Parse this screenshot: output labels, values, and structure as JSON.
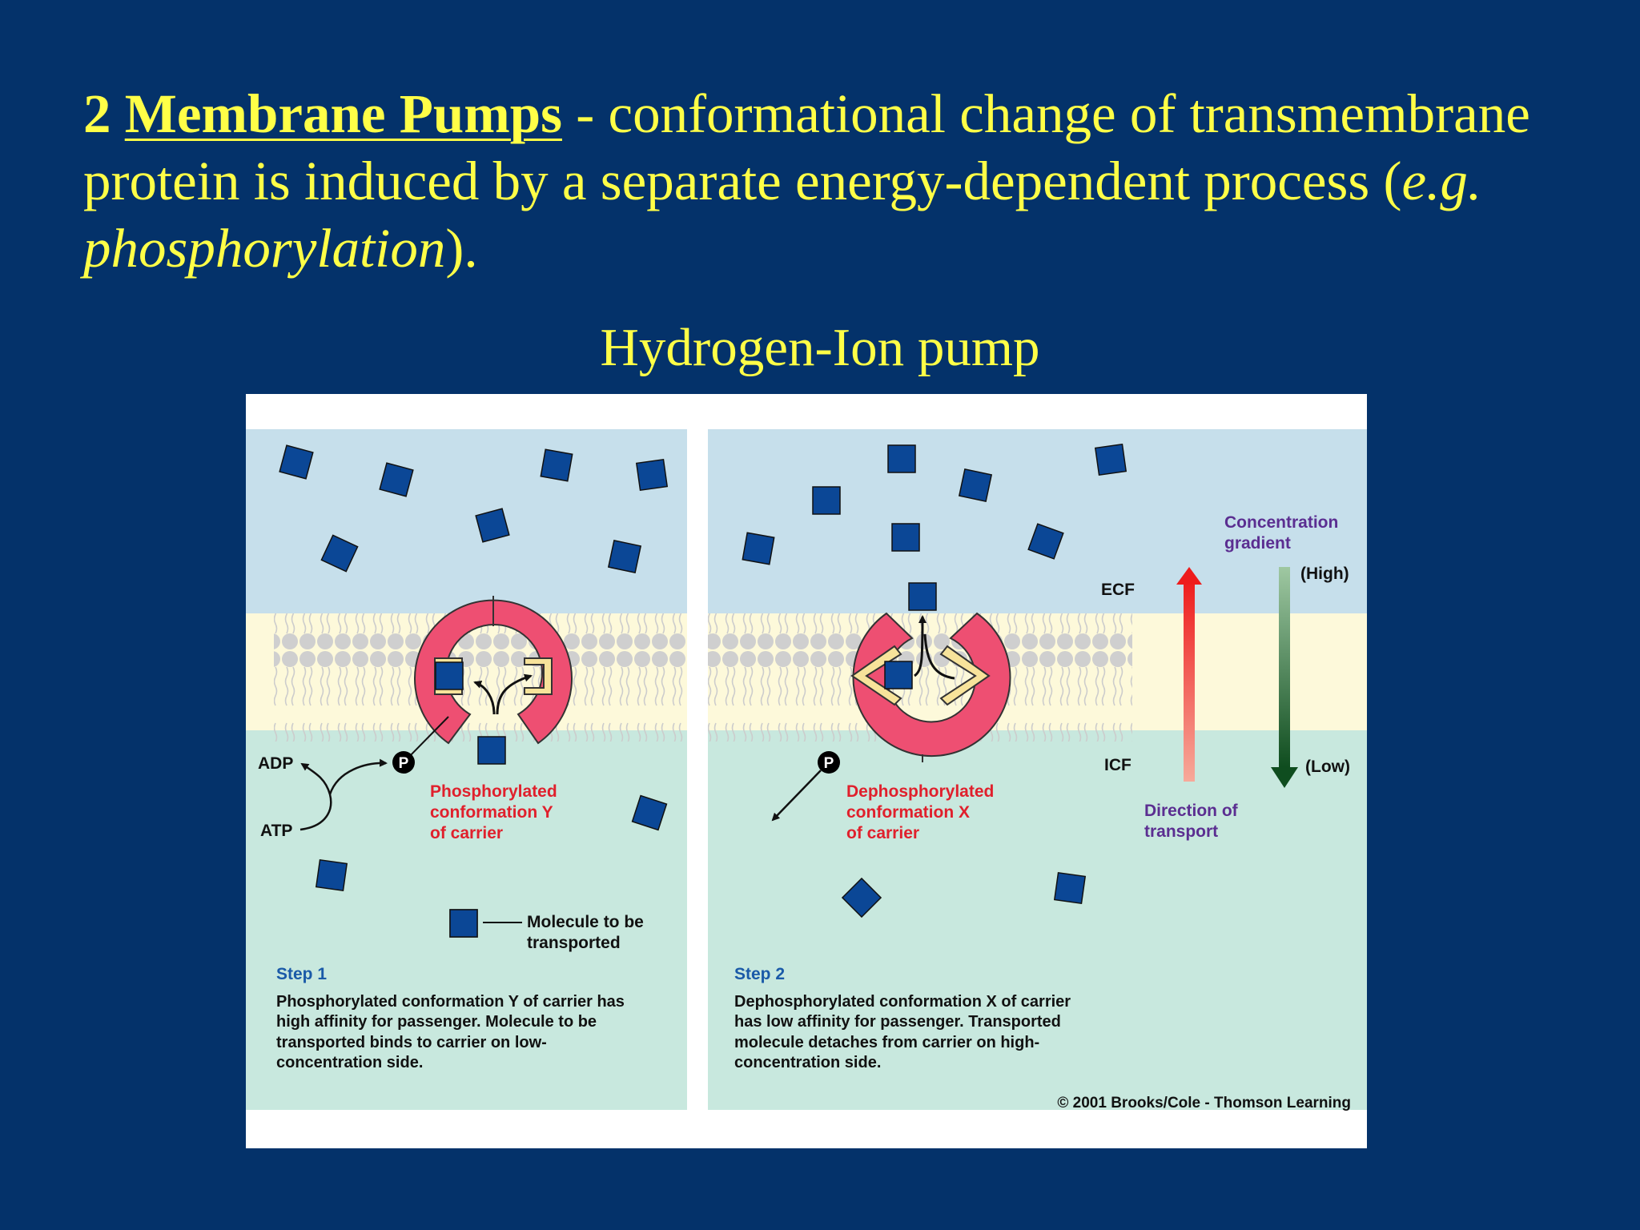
{
  "heading": {
    "number": "2",
    "term": "Membrane Pumps",
    "text_1": " - conformational change of transmembrane protein is induced by a separate energy-dependent process (",
    "eg": "e.g.",
    "space": " ",
    "italic": "phosphorylation",
    "text_2": ")."
  },
  "subtitle": "Hydrogen-Ion pump",
  "diagram": {
    "labels": {
      "ecf": "ECF",
      "icf": "ICF",
      "adp": "ADP",
      "atp": "ATP",
      "p": "P",
      "legend_molecule": [
        "Molecule to be",
        "transported"
      ],
      "phosphorylated": [
        "Phosphorylated",
        "conformation Y",
        "of carrier"
      ],
      "dephosphorylated": [
        "Dephosphorylated",
        "conformation X",
        "of carrier"
      ],
      "gradient": [
        "Concentration",
        "gradient"
      ],
      "high": "(High)",
      "low": "(Low)",
      "direction": [
        "Direction of",
        "transport"
      ],
      "copyright": "© 2001 Brooks/Cole - Thomson Learning"
    },
    "step1": {
      "title": "Step 1",
      "lines": [
        "Phosphorylated conformation Y of carrier has",
        "high affinity for passenger. Molecule to be",
        "transported binds to carrier on low-",
        "concentration side."
      ]
    },
    "step2": {
      "title": "Step 2",
      "lines": [
        "Dephosphorylated conformation X of carrier",
        "has low affinity for passenger. Transported",
        "molecule detaches from carrier on high-",
        "concentration side."
      ]
    },
    "colors": {
      "ecf": "#c6dfeb",
      "membrane": "#fdf9da",
      "icf": "#c8e8de",
      "carrier": "#ee4f72",
      "molecule": "#0b4796",
      "label_red": "#e0202c",
      "label_purple": "#5b2e91",
      "step_blue": "#1a5aa8"
    },
    "icons": [
      "molecule-icon",
      "phosphate-icon",
      "carrier-protein-icon",
      "arrow-icon"
    ]
  }
}
